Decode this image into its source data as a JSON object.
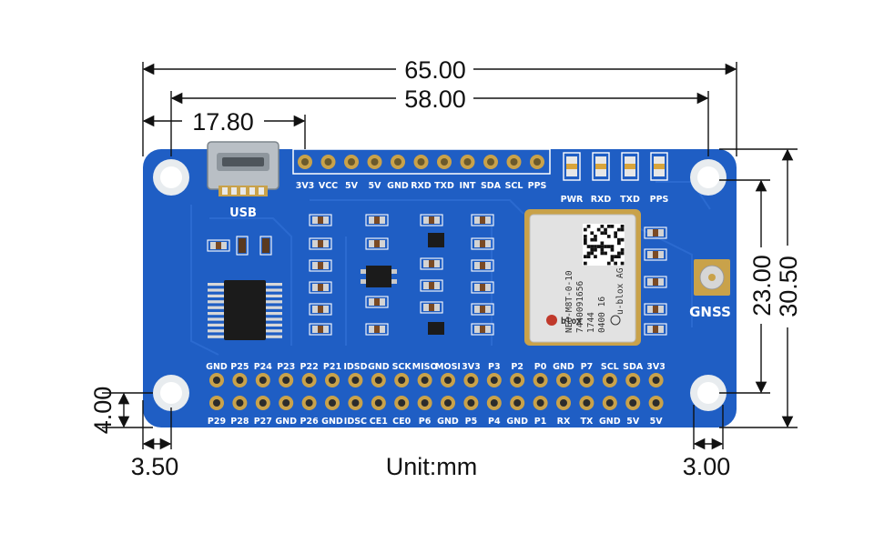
{
  "dimensions": {
    "overall_width": "65.00",
    "hole_span": "58.00",
    "usb_offset": "17.80",
    "hole_vertical_span": "23.00",
    "board_height": "30.50",
    "hole_edge_bottom": "4.00",
    "hole_edge_left": "3.50",
    "hole_diameter": "3.00",
    "unit": "Unit:mm"
  },
  "board": {
    "usb_label": "USB",
    "gnss_label": "GNSS",
    "header_labels": [
      "3V3",
      "VCC",
      "5V",
      "5V",
      "GND",
      "RXD",
      "TXD",
      "INT",
      "SDA",
      "SCL",
      "PPS"
    ],
    "leds": [
      "PWR",
      "RXD",
      "TXD",
      "PPS"
    ],
    "gpio_top": [
      "GND",
      "P25",
      "P24",
      "P23",
      "P22",
      "P21",
      "IDSD",
      "GND",
      "SCK",
      "MISO",
      "MOSI",
      "3V3",
      "P3",
      "P2",
      "P0",
      "GND",
      "P7",
      "SCL",
      "SDA",
      "3V3"
    ],
    "gpio_bottom": [
      "P29",
      "P28",
      "P27",
      "GND",
      "P26",
      "GND",
      "IDSC",
      "CE1",
      "CE0",
      "P6",
      "GND",
      "P5",
      "P4",
      "GND",
      "P1",
      "RX",
      "TX",
      "GND",
      "5V",
      "5V"
    ],
    "module": {
      "brand": "blox",
      "model": "NEO-M8T-0-10",
      "serial": "7440091656",
      "code1": "1744",
      "code2": "0400  16",
      "maker": "u-blox AG"
    }
  },
  "colors": {
    "pcb": "#1f5ec4",
    "pcb_dark": "#1a52ad",
    "pad_gold": "#c9a24a",
    "hole_ring": "#e8ecef"
  }
}
